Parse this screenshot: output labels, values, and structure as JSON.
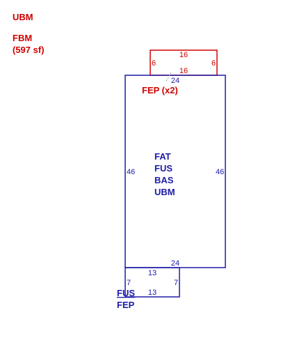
{
  "legend": {
    "title": "UBM",
    "area_code": "FBM",
    "area_value": "(597 sf)"
  },
  "areas": {
    "porch": {
      "label": "FEP (x2)",
      "dims": {
        "top": "16",
        "bottom": "16",
        "left": "6",
        "right": "6"
      }
    },
    "main": {
      "labels": [
        "FAT",
        "FUS",
        "BAS",
        "UBM"
      ],
      "dims": {
        "top": "24",
        "bottom": "24",
        "left": "46",
        "right": "46"
      }
    },
    "rear": {
      "labels": [
        "FUS",
        "FEP"
      ],
      "dims": {
        "top": "13",
        "bottom": "13",
        "left": "7",
        "right": "7"
      }
    }
  },
  "colors": {
    "red": "#d00000",
    "blue": "#1a1aa8"
  }
}
